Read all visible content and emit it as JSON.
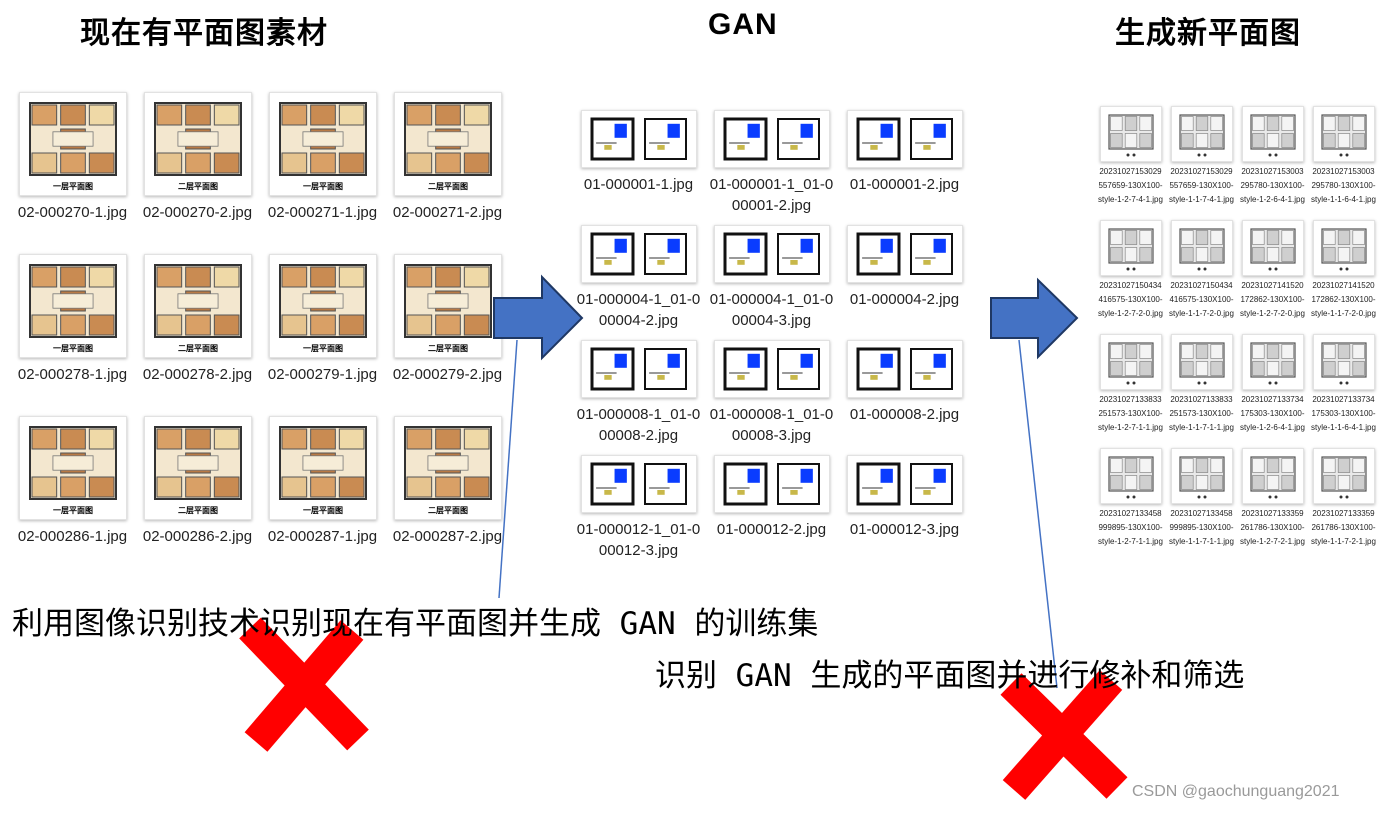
{
  "titles": {
    "left": "现在有平面图素材",
    "middle": "GAN",
    "right": "生成新平面图"
  },
  "colors": {
    "arrow_fill": "#4472c4",
    "arrow_stroke": "#1f3864",
    "cross": "#ff0000",
    "connector_line": "#4472c4",
    "gan_blue_block": "#0a3cff"
  },
  "source_plans": [
    {
      "label": "一层平面图",
      "filename": "02-000270-1.jpg"
    },
    {
      "label": "二层平面图",
      "filename": "02-000270-2.jpg"
    },
    {
      "label": "一层平面图",
      "filename": "02-000271-1.jpg"
    },
    {
      "label": "二层平面图",
      "filename": "02-000271-2.jpg"
    },
    {
      "label": "一层平面图",
      "filename": "02-000278-1.jpg"
    },
    {
      "label": "二层平面图",
      "filename": "02-000278-2.jpg"
    },
    {
      "label": "一层平面图",
      "filename": "02-000279-1.jpg"
    },
    {
      "label": "二层平面图",
      "filename": "02-000279-2.jpg"
    },
    {
      "label": "一层平面图",
      "filename": "02-000286-1.jpg"
    },
    {
      "label": "二层平面图",
      "filename": "02-000286-2.jpg"
    },
    {
      "label": "一层平面图",
      "filename": "02-000287-1.jpg"
    },
    {
      "label": "二层平面图",
      "filename": "02-000287-2.jpg"
    }
  ],
  "gan_samples": [
    {
      "filename": "01-000001-1.jpg"
    },
    {
      "filename": "01-000001-1_01-000001-2.jpg"
    },
    {
      "filename": "01-000001-2.jpg"
    },
    {
      "filename": "01-000004-1_01-000004-2.jpg"
    },
    {
      "filename": "01-000004-1_01-000004-3.jpg"
    },
    {
      "filename": "01-000004-2.jpg"
    },
    {
      "filename": "01-000008-1_01-000008-2.jpg"
    },
    {
      "filename": "01-000008-1_01-000008-3.jpg"
    },
    {
      "filename": "01-000008-2.jpg"
    },
    {
      "filename": "01-000012-1_01-000012-3.jpg"
    },
    {
      "filename": "01-000012-2.jpg"
    },
    {
      "filename": "01-000012-3.jpg"
    }
  ],
  "generated_plans": [
    {
      "filename": "20231027153029557659-130X100-style-1-2-7-4-1.jpg"
    },
    {
      "filename": "20231027153029557659-130X100-style-1-1-7-4-1.jpg"
    },
    {
      "filename": "20231027153003295780-130X100-style-1-2-6-4-1.jpg"
    },
    {
      "filename": "20231027153003295780-130X100-style-1-1-6-4-1.jpg"
    },
    {
      "filename": "20231027150434416575-130X100-style-1-2-7-2-0.jpg"
    },
    {
      "filename": "20231027150434416575-130X100-style-1-1-7-2-0.jpg"
    },
    {
      "filename": "20231027141520172862-130X100-style-1-2-7-2-0.jpg"
    },
    {
      "filename": "20231027141520172862-130X100-style-1-1-7-2-0.jpg"
    },
    {
      "filename": "20231027133833251573-130X100-style-1-2-7-1-1.jpg"
    },
    {
      "filename": "20231027133833251573-130X100-style-1-1-7-1-1.jpg"
    },
    {
      "filename": "20231027133734175303-130X100-style-1-2-6-4-1.jpg"
    },
    {
      "filename": "20231027133734175303-130X100-style-1-1-6-4-1.jpg"
    },
    {
      "filename": "20231027133458999895-130X100-style-1-2-7-1-1.jpg"
    },
    {
      "filename": "20231027133458999895-130X100-style-1-1-7-1-1.jpg"
    },
    {
      "filename": "20231027133359261786-130X100-style-1-2-7-2-1.jpg"
    },
    {
      "filename": "20231027133359261786-130X100-style-1-1-7-2-1.jpg"
    }
  ],
  "captions": {
    "recognition": "利用图像识别技术识别现在有平面图并生成 GAN 的训练集",
    "repair": "识别 GAN 生成的平面图并进行修补和筛选"
  },
  "watermark": "CSDN @gaochunguang2021"
}
